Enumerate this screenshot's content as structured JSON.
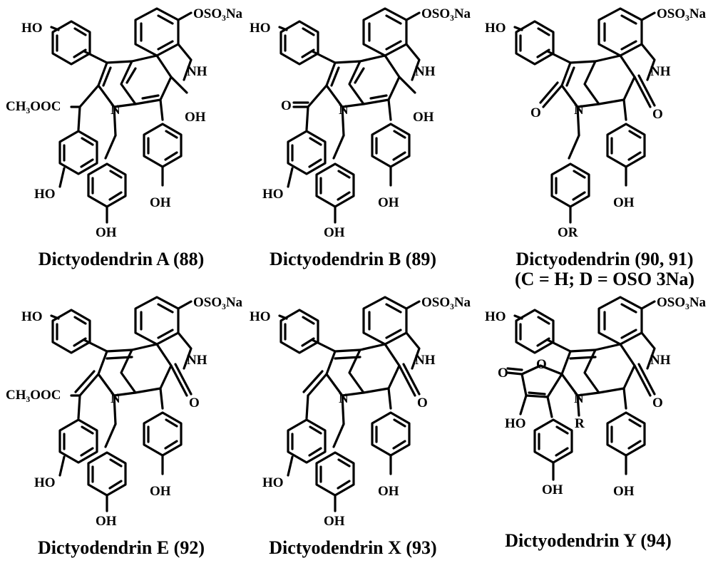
{
  "labels": {
    "oso3na": "OSO₃Na",
    "nh": "NH",
    "n": "N",
    "oh": "OH",
    "ho": "HO",
    "o": "O",
    "r": "R",
    "or": "OR",
    "ester": "CH₃OOC"
  },
  "compounds": [
    {
      "name": "Dictyodendrin A (88)"
    },
    {
      "name": "Dictyodendrin B (89)"
    },
    {
      "name": "Dictyodendrin (90, 91)",
      "subtitle": "(C = H; D = OSO 3Na)"
    },
    {
      "name": "Dictyodendrin E (92)"
    },
    {
      "name": "Dictyodendrin X (93)"
    },
    {
      "name": "Dictyodendrin Y (94)"
    }
  ]
}
